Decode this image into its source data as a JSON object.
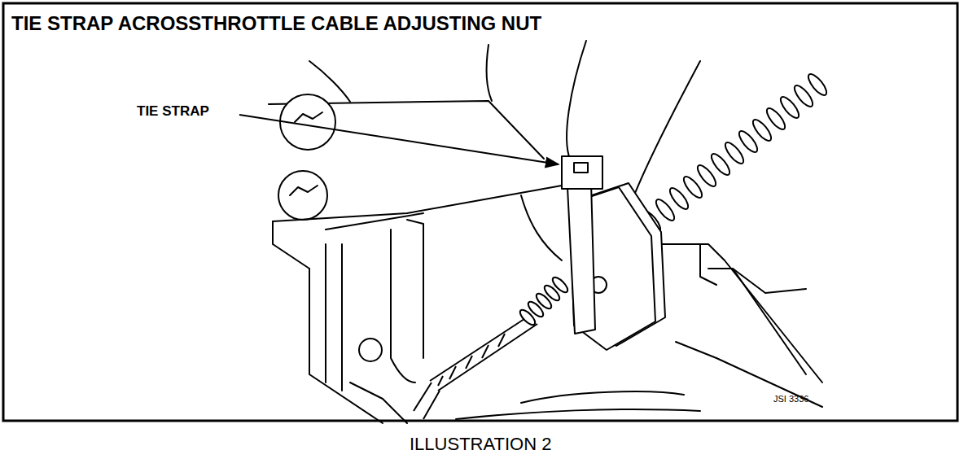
{
  "diagram": {
    "title": "TIE STRAP ACROSSTHROTTLE CABLE ADJUSTING NUT",
    "caption": "ILLUSTRATION 2",
    "labels": [
      "TIE STRAP",
      "JSI 3336"
    ]
  }
}
